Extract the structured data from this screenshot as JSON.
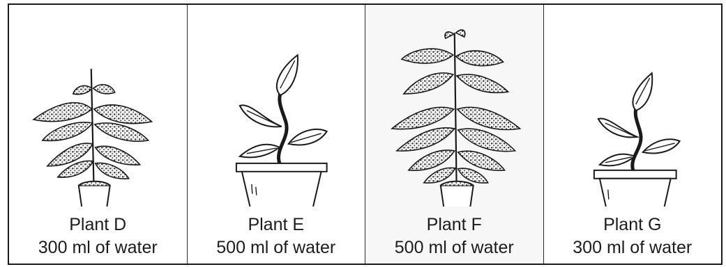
{
  "panels": [
    {
      "id": "D",
      "name": "Plant D",
      "water": "300 ml of water",
      "illustration": "bushy-plant-small-pot-icon"
    },
    {
      "id": "E",
      "name": "Plant E",
      "water": "500 ml of water",
      "illustration": "seedling-large-pot-icon"
    },
    {
      "id": "F",
      "name": "Plant F",
      "water": "500 ml of water",
      "illustration": "tall-bushy-plant-small-pot-icon"
    },
    {
      "id": "G",
      "name": "Plant G",
      "water": "300 ml of water",
      "illustration": "seedling-large-pot-icon"
    }
  ]
}
